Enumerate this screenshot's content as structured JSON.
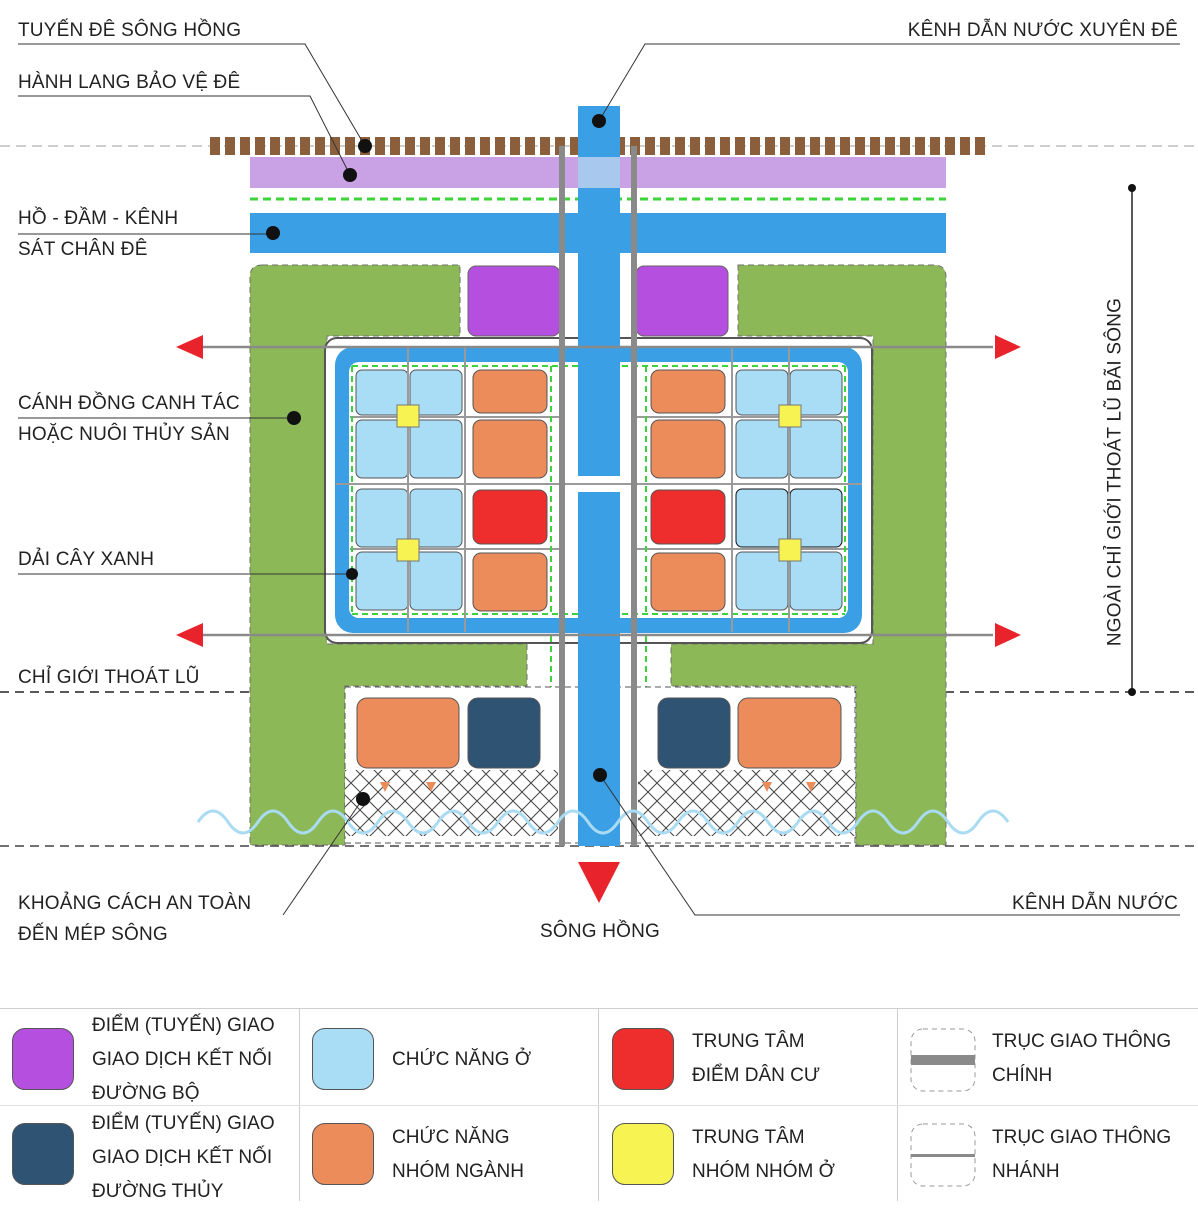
{
  "labels": {
    "dyke_route": "TUYẾN ĐÊ SÔNG HỒNG",
    "dyke_corridor": "HÀNH LANG BẢO VỆ ĐÊ",
    "cross_dyke_canal": "KÊNH DẪN NƯỚC XUYÊN ĐÊ",
    "lake_canal_l1": "HỒ - ĐẦM - KÊNH",
    "lake_canal_l2": "SÁT CHÂN ĐÊ",
    "farmland_l1": "CÁNH ĐỒNG CANH TÁC",
    "farmland_l2": "HOẶC NUÔI THỦY SẢN",
    "green_strip": "DẢI CÂY XANH",
    "flood_boundary": "CHỈ GIỚI THOÁT LŨ",
    "outside_boundary": "NGOÀI CHỈ GIỚI THOÁT LŨ BÃI SÔNG",
    "safety_l1": "KHOẢNG CÁCH AN TOÀN",
    "safety_l2": "ĐẾN MÉP SÔNG",
    "red_river": "SÔNG HỒNG",
    "water_canal": "KÊNH DẪN NƯỚC"
  },
  "legend": [
    {
      "lines": [
        "ĐIỂM (TUYẾN) GIAO",
        "GIAO DỊCH KẾT NỐI",
        "ĐƯỜNG BỘ"
      ],
      "color": "#b54fe0",
      "kind": "swatch"
    },
    {
      "lines": [
        "ĐIỂM (TUYẾN) GIAO",
        "GIAO DỊCH KẾT NỐI",
        "ĐƯỜNG THỦY"
      ],
      "color": "#2e5373",
      "kind": "swatch"
    },
    {
      "lines": [
        "CHỨC NĂNG Ở"
      ],
      "color": "#a8ddf5",
      "kind": "swatch"
    },
    {
      "lines": [
        "CHỨC NĂNG",
        "NHÓM NGÀNH"
      ],
      "color": "#ec8c5b",
      "kind": "swatch"
    },
    {
      "lines": [
        "TRUNG TÂM",
        "ĐIỂM DÂN CƯ"
      ],
      "color": "#ee2d2d",
      "kind": "swatch"
    },
    {
      "lines": [
        "TRUNG TÂM",
        "NHÓM NHÓM Ở"
      ],
      "color": "#f7f353",
      "kind": "swatch"
    },
    {
      "lines": [
        "TRỤC GIAO THÔNG",
        "CHÍNH"
      ],
      "color": "#8a8a8a",
      "kind": "main-road"
    },
    {
      "lines": [
        "TRỤC GIAO THÔNG",
        "NHÁNH"
      ],
      "color": "#8a8a8a",
      "kind": "branch-road"
    }
  ],
  "colors": {
    "dyke": "#8b5e3c",
    "corridor": "#c9a2e5",
    "water": "#3a9fe4",
    "farmland": "#8db858",
    "residential": "#a8ddf5",
    "industry": "#ec8c5b",
    "center": "#ee2d2d",
    "group_center": "#f7f353",
    "road_hub": "#b54fe0",
    "water_hub": "#2e5373",
    "green_line": "#3dd33a",
    "arrow": "#e8232b",
    "road": "#8a8a8a"
  }
}
